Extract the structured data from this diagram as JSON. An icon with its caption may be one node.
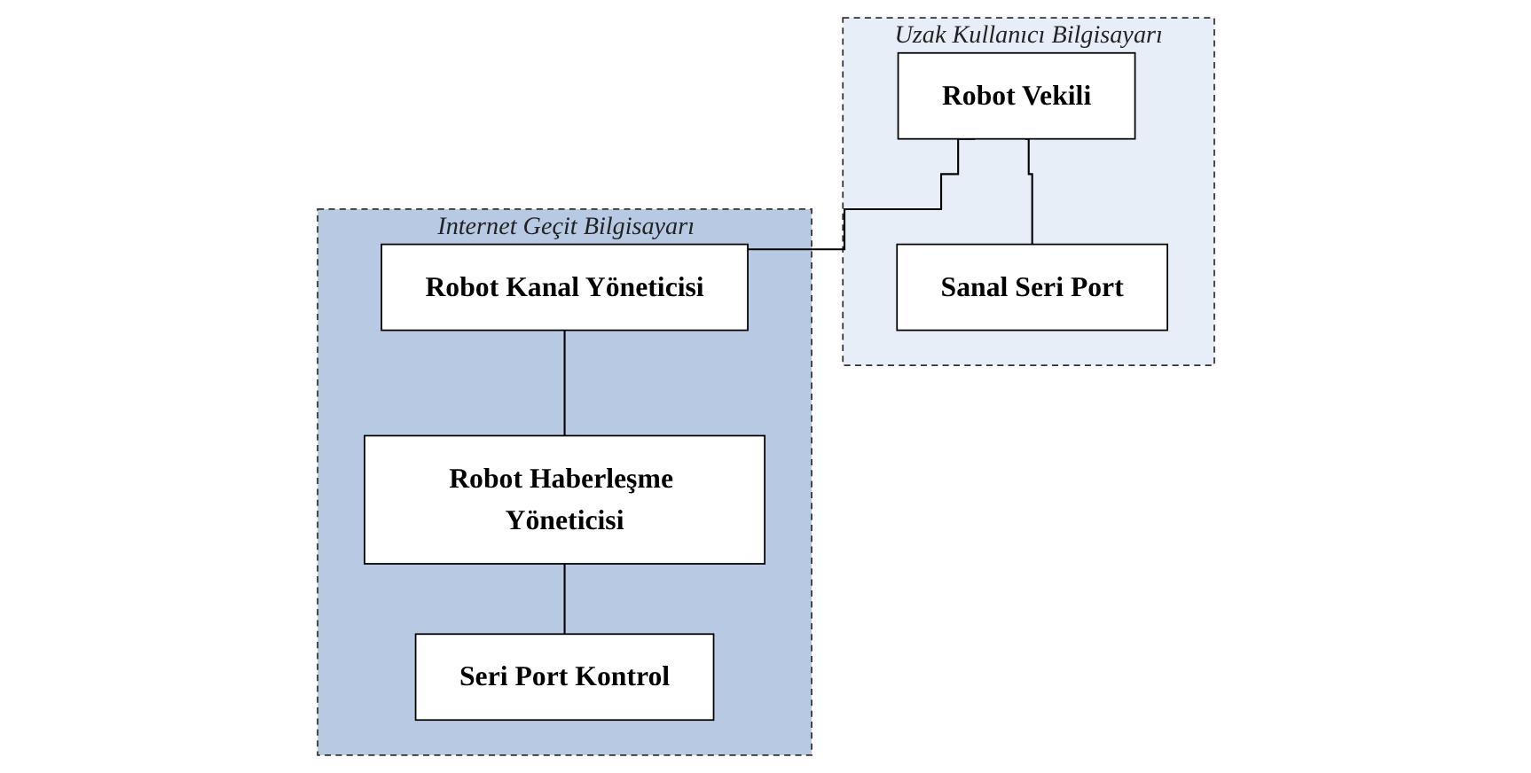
{
  "diagram": {
    "nodes": [
      {
        "text": [
          "Uzak Kullanıcı Bilgisayarı"
        ]
      },
      {
        "text": [
          "Robot Vekili"
        ],
        "in": 0
      },
      {
        "text": [
          "Sanal Seri Port"
        ],
        "in": 0
      },
      {
        "text": [
          "Internet Geçit Bilgisayarı"
        ]
      },
      {
        "text": [
          "Robot Kanal Yöneticisi"
        ],
        "in": 3
      },
      {
        "text": [
          "Robot Haberleşme Yöneticisi"
        ],
        "in": 3
      },
      {
        "text": [
          "Seri Port Kontrol"
        ],
        "in": 3
      }
    ],
    "edges": [
      {
        "from": 1,
        "to": 4,
        "arrow": "none"
      },
      {
        "from": 1,
        "to": 2,
        "arrow": "none"
      },
      {
        "from": 4,
        "to": 5,
        "arrow": "none"
      },
      {
        "from": 5,
        "to": 6,
        "arrow": "none"
      }
    ]
  }
}
